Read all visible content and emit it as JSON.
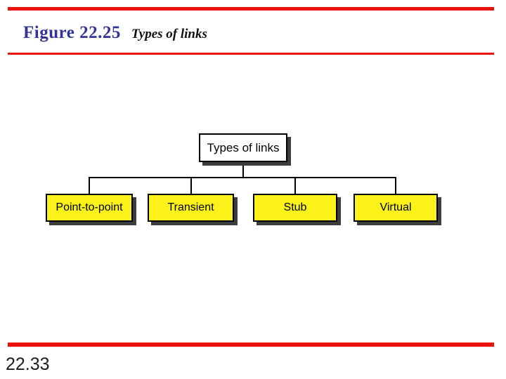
{
  "header": {
    "figure_label": "Figure 22.25",
    "figure_caption": "Types of links"
  },
  "footer": {
    "slide_number": "22.33"
  },
  "colors": {
    "accent_red": "#ea130c",
    "figure_label_blue": "#333399",
    "leaf_node_yellow": "#faf219",
    "root_node_white": "#ffffff",
    "node_shadow_gray": "#3d3d3d",
    "connector_black": "#000000"
  },
  "diagram": {
    "root": {
      "label": "Types of links"
    },
    "children": [
      {
        "label": "Point-to-point"
      },
      {
        "label": "Transient"
      },
      {
        "label": "Stub"
      },
      {
        "label": "Virtual"
      }
    ]
  }
}
